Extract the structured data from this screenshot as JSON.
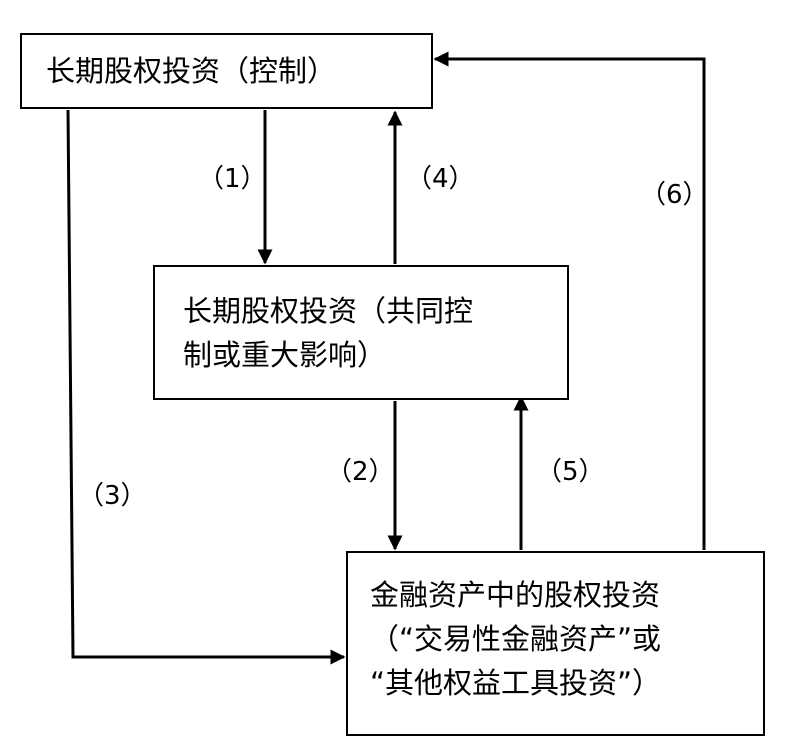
{
  "nodes": {
    "control": {
      "label": "长期股权投资（控制）"
    },
    "joint": {
      "line1": "长期股权投资（共同控",
      "line2": "制或重大影响）"
    },
    "financial": {
      "line1": "金融资产中的股权投资",
      "line2": "（“交易性金融资产”或",
      "line3": "“其他权益工具投资”）"
    }
  },
  "edges": [
    {
      "label": "（1）",
      "from": "control",
      "to": "joint"
    },
    {
      "label": "（2）",
      "from": "joint",
      "to": "financial"
    },
    {
      "label": "（3）",
      "from": "control",
      "to": "financial"
    },
    {
      "label": "（4）",
      "from": "joint",
      "to": "control"
    },
    {
      "label": "（5）",
      "from": "financial",
      "to": "joint"
    },
    {
      "label": "（6）",
      "from": "financial",
      "to": "control"
    }
  ]
}
